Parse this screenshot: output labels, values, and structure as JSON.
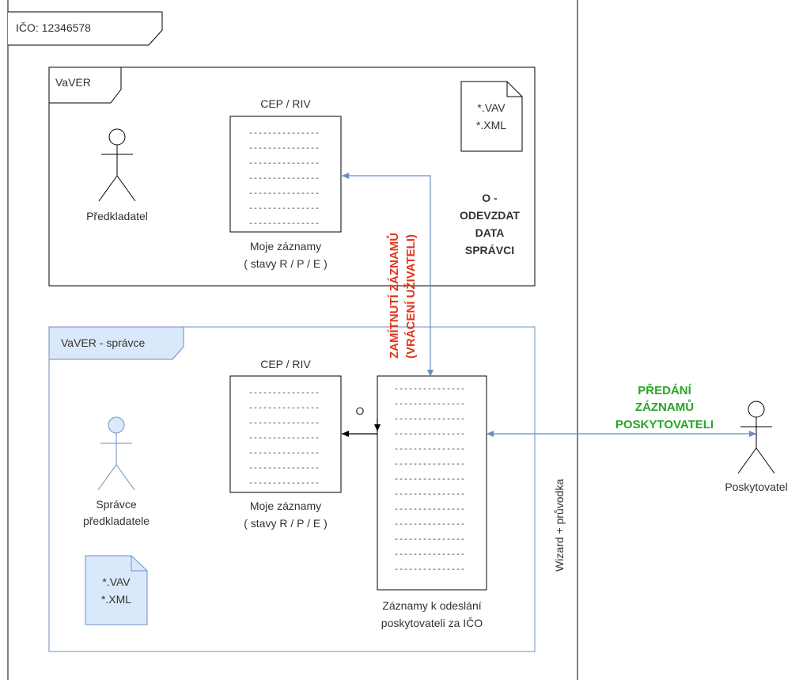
{
  "outer": {
    "label": "IČO: 12346578"
  },
  "vaver": {
    "title": "VaVER",
    "actor": "Předkladatel",
    "list_title": "CEP / RIV",
    "list_caption_1": "Moje záznamy",
    "list_caption_2": "( stavy R / P / E )",
    "file_line1": "*.VAV",
    "file_line2": "*.XML",
    "note": [
      "O -",
      "ODEVZDAT",
      "DATA",
      "SPRÁVCI"
    ]
  },
  "admin": {
    "title": "VaVER - správce",
    "actor_line1": "Správce",
    "actor_line2": "předkladatele",
    "list_title": "CEP / RIV",
    "list_caption_1": "Moje záznamy",
    "list_caption_2": "( stavy R / P / E )",
    "file_line1": "*.VAV",
    "file_line2": "*.XML",
    "send_caption_1": "Záznamy k odeslání",
    "send_caption_2": "poskytovateli za IČO",
    "o_label": "O"
  },
  "reject_label_1": "ZAMÍTNUTÍ ZÁZNAMŮ",
  "reject_label_2": "(VRÁCENÍ UŽIVATELI)",
  "handover": [
    "PŘEDÁNÍ",
    "ZÁZNAMŮ",
    "POSKYTOVATELI"
  ],
  "wizard_label": "Wizard + průvodka",
  "provider": {
    "label": "Poskytovatel"
  },
  "dash_line": "---------------",
  "colors": {
    "blue": "#6c8ebf",
    "blue_fill": "#dae8fc",
    "red": "#e3351b",
    "green": "#26a626"
  }
}
